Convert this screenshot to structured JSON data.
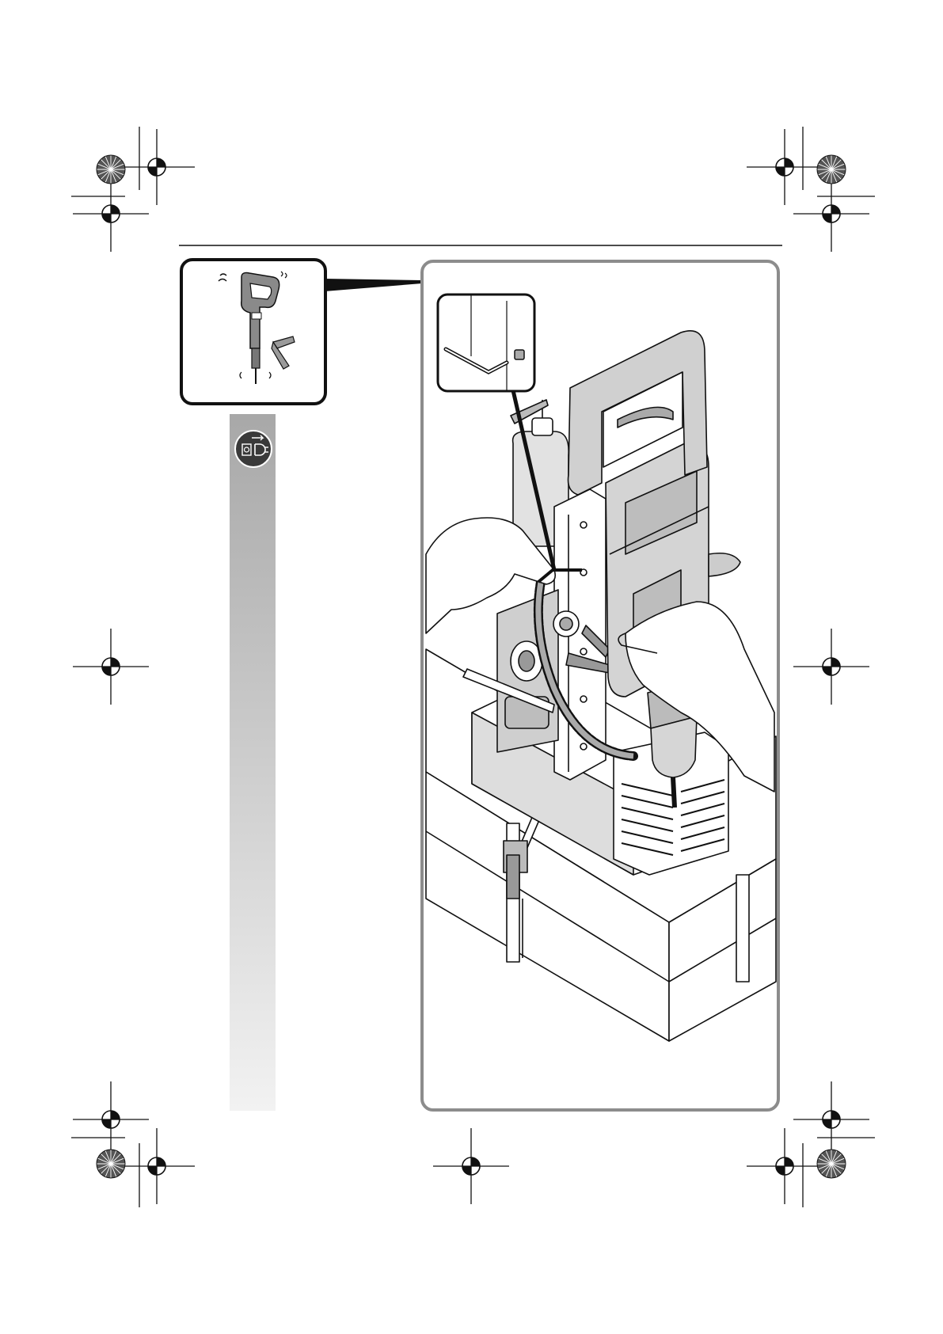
{
  "page": {
    "background": "#ffffff",
    "ink": "#1a1a1a",
    "frame_color": "#8c8c8c",
    "side_band": {
      "gradient_top": "#a8a8a8",
      "gradient_bottom": "#f2f2f2"
    }
  },
  "icons": {
    "registration_marks": "crosshair-circle",
    "color_targets": "starburst-circle",
    "unplug_notice": "unplug-from-mains-icon",
    "inset_tool": "vibrating-drill-icon",
    "inset_parts": "hex-key-and-grub-screw"
  },
  "illustration": {
    "subject": "magnetic-core-drill-on-workbench",
    "detail_inset": "hex-key-and-set-screw"
  }
}
